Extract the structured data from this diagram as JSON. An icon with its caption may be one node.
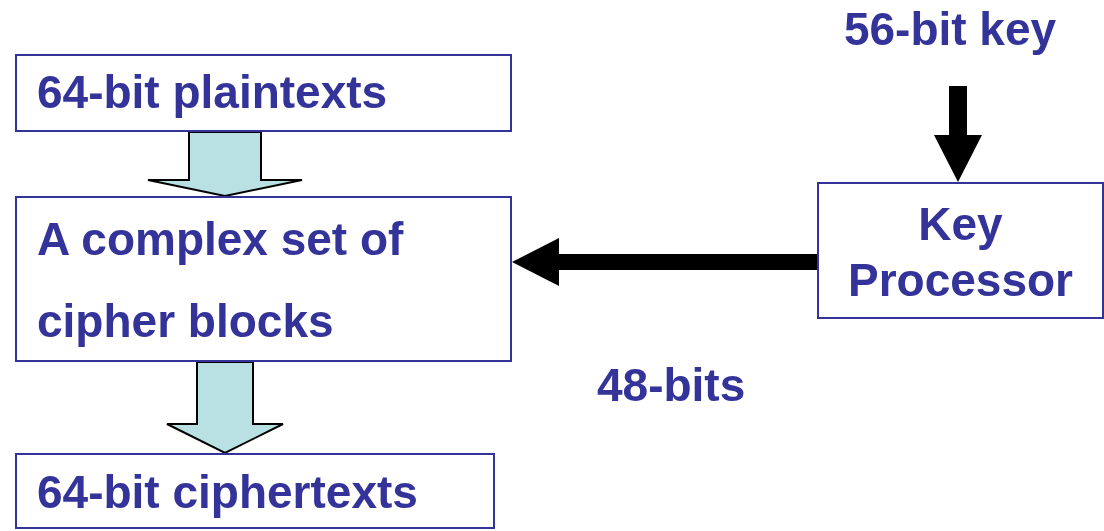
{
  "diagram": {
    "nodes": [
      {
        "text": [
          "64-bit plaintexts"
        ]
      },
      {
        "text": [
          "A complex set of cipher blocks"
        ]
      },
      {
        "text": [
          "64-bit ciphertexts"
        ]
      },
      {
        "text": [
          "56-bit key"
        ]
      },
      {
        "text": [
          "Key Processor"
        ]
      }
    ],
    "edges": [
      {
        "from": 0,
        "to": 1,
        "arrow": "to",
        "style": "thick",
        "color": "#b9e0e2"
      },
      {
        "from": 1,
        "to": 2,
        "arrow": "to",
        "style": "thick",
        "color": "#b9e0e2"
      },
      {
        "from": 3,
        "to": 4,
        "arrow": "to",
        "style": "thick"
      },
      {
        "from": 4,
        "to": 1,
        "arrow": "to",
        "style": "thick",
        "label": "48-bits"
      }
    ]
  }
}
